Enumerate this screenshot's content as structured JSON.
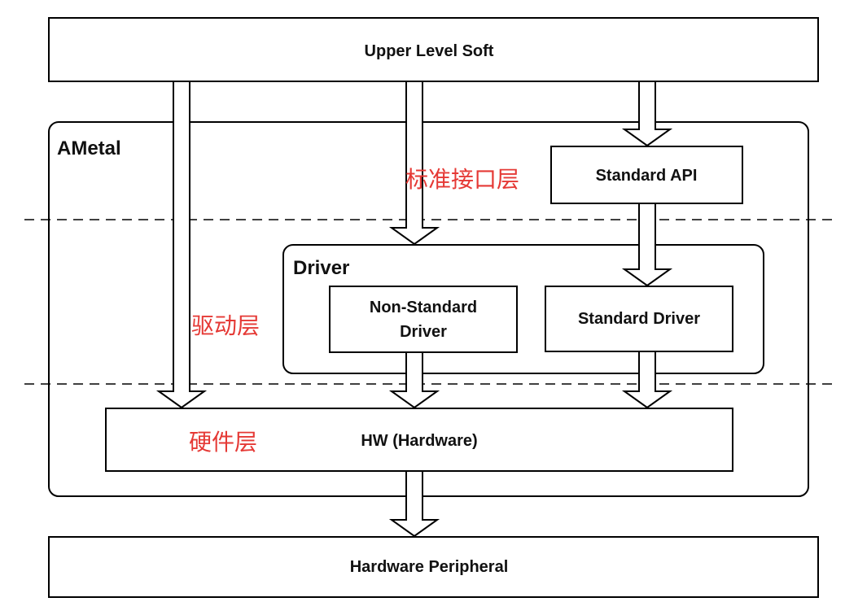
{
  "colors": {
    "stroke": "#000000",
    "fill": "#ffffff",
    "annotation": "#e53935",
    "dash": "#000000"
  },
  "boxes": {
    "upper_level_soft": "Upper Level Soft",
    "ametal": "AMetal",
    "standard_api": "Standard API",
    "driver_group": "Driver",
    "non_standard_driver_line1": "Non-Standard",
    "non_standard_driver_line2": "Driver",
    "standard_driver": "Standard Driver",
    "hw": "HW (Hardware)",
    "hardware_peripheral": "Hardware Peripheral"
  },
  "annotations": {
    "standard_interface_layer": "标准接口层",
    "driver_layer": "驱动层",
    "hardware_layer": "硬件层"
  }
}
